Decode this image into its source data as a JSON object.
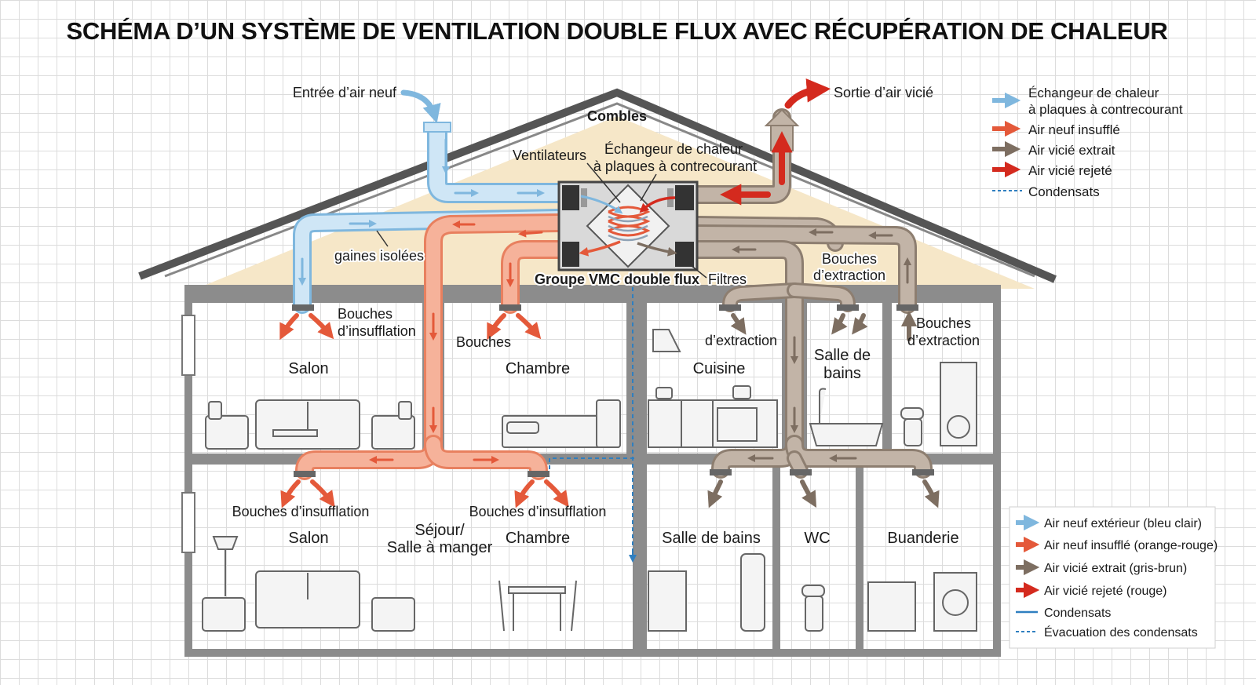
{
  "title": "SCHÉMA D’UN SYSTÈME DE VENTILATION DOUBLE FLUX AVEC RÉCUPÉRATION DE CHALEUR",
  "colors": {
    "fresh_air": "#a9d3ee",
    "supply_air": "#f0987a",
    "extract_air": "#b3a496",
    "rejected_air": "#d42a1e",
    "condensate": "#2f7fc0",
    "attic": "#f6e7c8",
    "wall": "#8c8c8c"
  },
  "labels": {
    "fresh_air_inlet": "Entrée d’air neuf",
    "stale_air_outlet": "Sortie d’air vicié",
    "attic": "Combles",
    "fans": "Ventilateurs",
    "exchanger_line1": "Échangeur de chaleur",
    "exchanger_line2": "à plaques à contrecourant",
    "insulated_ducts": "gaines isolées",
    "unit": "Groupe VMC double flux",
    "filters": "Filtres",
    "extraction_attic_line1": "Bouches",
    "extraction_attic_line2": "d’extraction",
    "supply_salon_up_line1": "Bouches",
    "supply_salon_up_line2": "d’insufflation",
    "supply_chambre_up": "Bouches",
    "extraction_cuisine": "d’extraction",
    "extraction_right_line1": "Bouches",
    "extraction_right_line2": "d’extraction",
    "supply_salon_down": "Bouches d’insufflation",
    "supply_chambre_down": "Bouches d’insufflation"
  },
  "rooms": {
    "salon_up": "Salon",
    "chambre_up": "Chambre",
    "cuisine": "Cuisine",
    "sdb_up_line1": "Salle de",
    "sdb_up_line2": "bains",
    "salon_down": "Salon",
    "sejour_line1": "Séjour/",
    "sejour_line2": "Salle à manger",
    "chambre_down": "Chambre",
    "sdb_down": "Salle de bains",
    "wc": "WC",
    "buanderie": "Buanderie"
  },
  "legend_top": [
    {
      "line1": "Échangeur de chaleur",
      "line2": "à plaques à contrecourant",
      "type": "fresh"
    },
    {
      "line1": "Air neuf insufflé",
      "type": "supply"
    },
    {
      "line1": "Air vicié extrait",
      "type": "extract"
    },
    {
      "line1": "Air vicié rejeté",
      "type": "rejected"
    },
    {
      "line1": "Condensats",
      "type": "condensate-dashed"
    }
  ],
  "legend_bottom": [
    {
      "label": "Air neuf extérieur (bleu clair)",
      "type": "fresh"
    },
    {
      "label": "Air neuf insufflé (orange-rouge)",
      "type": "supply"
    },
    {
      "label": "Air vicié extrait (gris-brun)",
      "type": "extract"
    },
    {
      "label": "Air vicié rejeté (rouge)",
      "type": "rejected"
    },
    {
      "label": "Condensats",
      "type": "condensate-solid"
    },
    {
      "label": "Évacuation des condensats",
      "type": "condensate-dashed"
    }
  ]
}
